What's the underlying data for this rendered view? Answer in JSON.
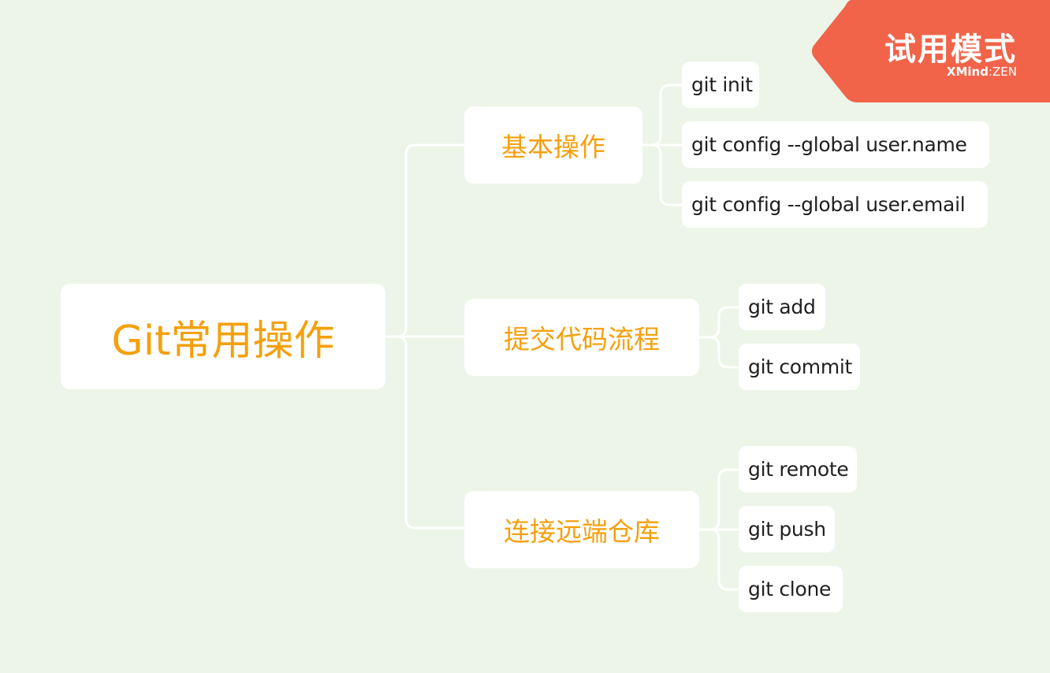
{
  "diagram": {
    "root": {
      "label": "Git常用操作"
    },
    "branches": [
      {
        "label": "基本操作",
        "children": [
          "git init",
          "git config --global user.name",
          "git config --global user.email"
        ]
      },
      {
        "label": "提交代码流程",
        "children": [
          "git add",
          "git commit"
        ]
      },
      {
        "label": "连接远端仓库",
        "children": [
          "git remote",
          "git push",
          "git clone"
        ]
      }
    ]
  },
  "watermark": {
    "title": "试用模式",
    "brand": "XMind",
    "separator": ":",
    "edition": "ZEN"
  },
  "colors": {
    "background": "#edf5e8",
    "node_fill": "#ffffff",
    "topic_text": "#f5a00c",
    "subtopic_text": "#1f1f1f",
    "connector": "#ffffff",
    "badge": "#f1644a"
  }
}
